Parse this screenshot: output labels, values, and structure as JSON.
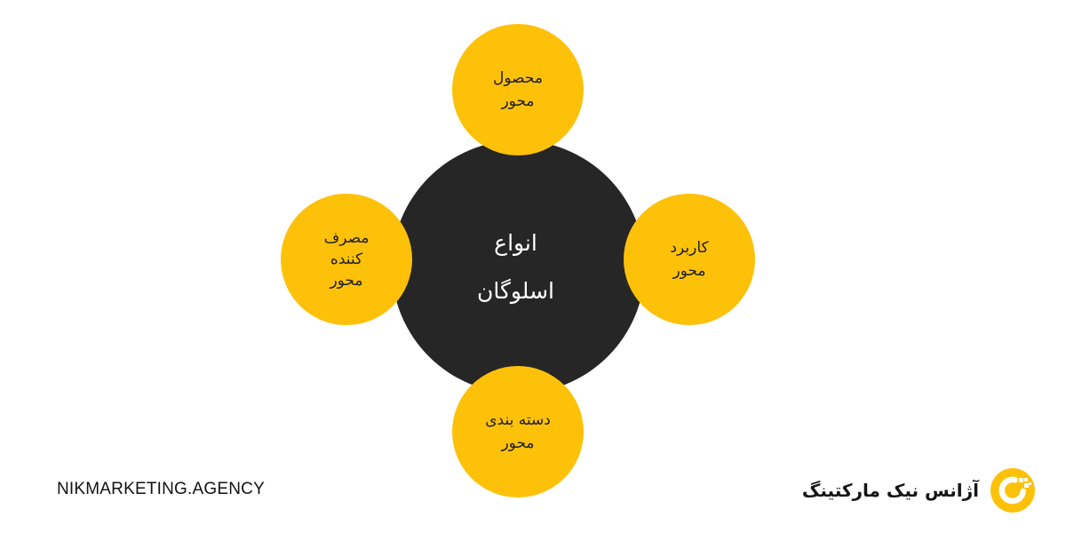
{
  "diagram": {
    "center": {
      "line1": "انواع",
      "line2": "اسلوگان"
    },
    "nodes": {
      "top": {
        "line1": "محصول",
        "line2": "محور"
      },
      "right": {
        "line1": "کاربرد",
        "line2": "محور"
      },
      "bottom": {
        "line1": "دسته بندی",
        "line2": "محور"
      },
      "left": {
        "line1": "مصرف",
        "line2": "کننده",
        "line3": "محور"
      }
    }
  },
  "footer": {
    "website": "NIKMARKETING.AGENCY",
    "brand_name": "آژانس نیک مارکتینگ",
    "logo_icon": "nik-marketing-logo-icon"
  },
  "colors": {
    "background": "#ffffff",
    "center_fill": "#262626",
    "node_fill": "#fec10a",
    "node_text": "#1f1f1f",
    "center_text": "#ffffff"
  }
}
